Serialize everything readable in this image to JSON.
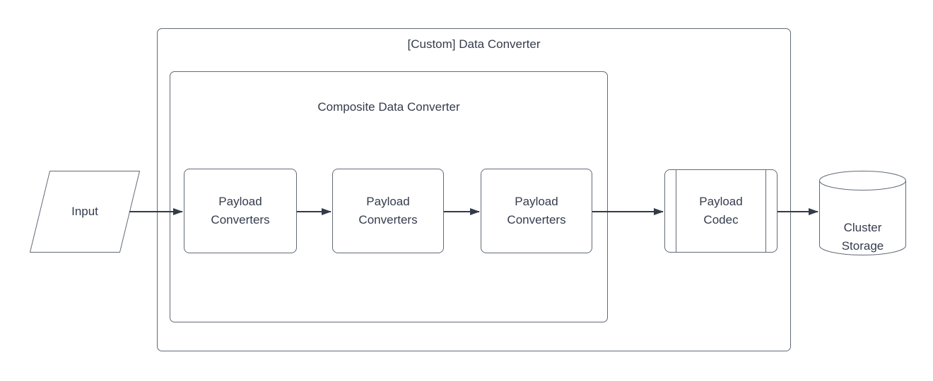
{
  "colors": {
    "background": "#ffffff",
    "shape_stroke": "#626a77",
    "arrow": "#333b49",
    "text": "#343c4c"
  },
  "groups": {
    "custom": {
      "label": "[Custom] Data Converter"
    },
    "composite": {
      "label": "Composite Data Converter"
    }
  },
  "nodes": {
    "input": {
      "label": "Input",
      "shape": "parallelogram"
    },
    "converter1": {
      "label": "Payload Converters",
      "shape": "rounded-rectangle"
    },
    "converter2": {
      "label": "Payload Converters",
      "shape": "rounded-rectangle"
    },
    "converter3": {
      "label": "Payload Converters",
      "shape": "rounded-rectangle"
    },
    "codec": {
      "label": "Payload Codec",
      "shape": "predefined-process"
    },
    "storage": {
      "label": "Cluster Storage",
      "shape": "cylinder"
    }
  },
  "edges": [
    {
      "from": "input",
      "to": "converter1"
    },
    {
      "from": "converter1",
      "to": "converter2"
    },
    {
      "from": "converter2",
      "to": "converter3"
    },
    {
      "from": "converter3",
      "to": "codec"
    },
    {
      "from": "codec",
      "to": "storage"
    }
  ]
}
